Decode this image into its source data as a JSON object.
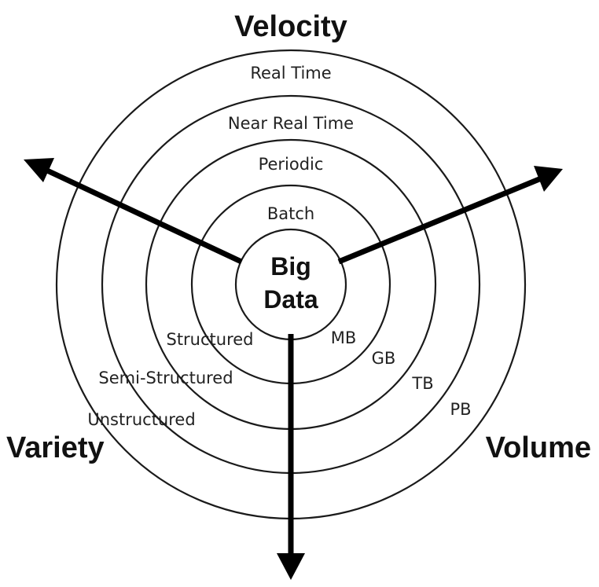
{
  "center": {
    "line1": "Big",
    "line2": "Data"
  },
  "dimensions": {
    "velocity": {
      "title": "Velocity",
      "levels": [
        "Batch",
        "Periodic",
        "Near Real Time",
        "Real Time"
      ]
    },
    "variety": {
      "title": "Variety",
      "levels": [
        "Structured",
        "Semi-Structured",
        "Unstructured"
      ]
    },
    "volume": {
      "title": "Volume",
      "levels": [
        "MB",
        "GB",
        "TB",
        "PB"
      ]
    }
  },
  "colors": {
    "lines": "#1a1a1a",
    "arrows": "#000000",
    "text": "#222222"
  }
}
